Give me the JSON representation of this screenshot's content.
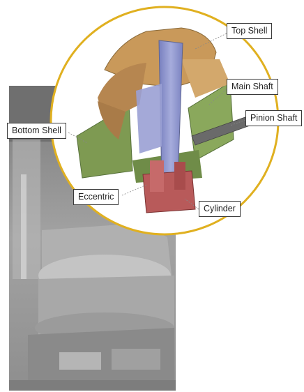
{
  "diagram": {
    "labels": {
      "top_shell": "Top Shell",
      "main_shaft": "Main Shaft",
      "pinion_shaft": "Pinion Shaft",
      "bottom_shell": "Bottom Shell",
      "eccentric": "Eccentric",
      "cylinder": "Cylinder"
    }
  },
  "colors": {
    "ring": "#e0b020",
    "top_shell": "#c9995a",
    "main_shaft": "#8f96cc",
    "frame_green": "#7e9a52",
    "cylinder_red": "#b85a5a",
    "photo_gray": "#9a9a9a"
  }
}
